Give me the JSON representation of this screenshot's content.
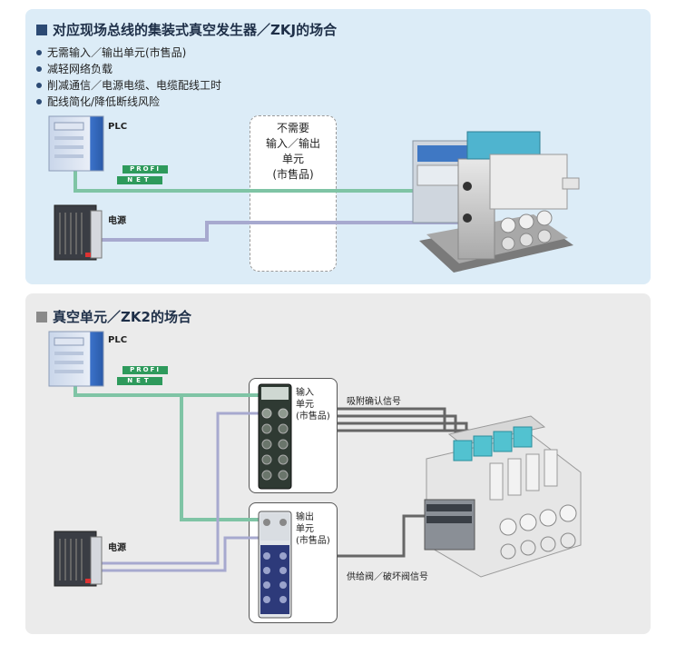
{
  "top": {
    "title": "对应现场总线的集装式真空发生器／ZKJ的场合",
    "bullets": [
      "无需输入／输出单元(市售品)",
      "减轻网络负载",
      "削减通信／电源电缆、电缆配线工时",
      "配线简化/降低断线风险"
    ],
    "plc_label": "PLC",
    "power_label": "电源",
    "note_lines": [
      "不需要",
      "输入／输出",
      "单元",
      "(市售品)"
    ]
  },
  "bottom": {
    "title": "真空单元／ZK2的场合",
    "plc_label": "PLC",
    "power_label": "电源",
    "input_unit_lines": [
      "输入",
      "单元",
      "(市售品)"
    ],
    "output_unit_lines": [
      "输出",
      "单元",
      "(市售品)"
    ],
    "signal_input": "吸附确认信号",
    "signal_output": "供给阀／破坏阀信号"
  },
  "profinet_logo": [
    "PROFI",
    "NET"
  ],
  "colors": {
    "panel_top": "#dcecf7",
    "panel_bottom": "#ebebeb",
    "green_line": "#7fc4a5",
    "purple_line": "#a7a9cf",
    "dark_line": "#555555",
    "title_color": "#1e2f48"
  }
}
